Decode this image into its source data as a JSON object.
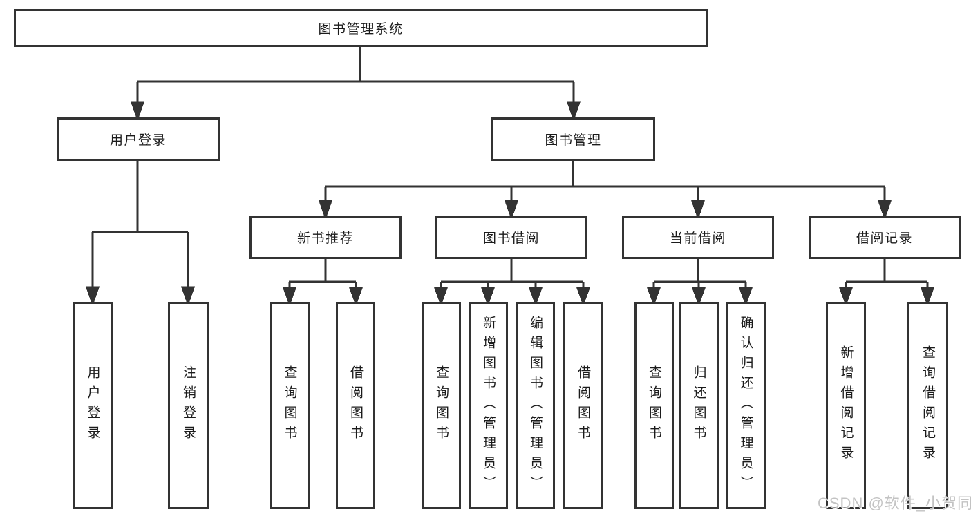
{
  "colors": {
    "line": "#333333",
    "box_border": "#333333",
    "text": "#1b1b1b",
    "watermark": "#c3c3c3",
    "background": "#ffffff"
  },
  "nodes": {
    "root": "图书管理系统",
    "user_login": "用户登录",
    "book_mgmt": "图书管理",
    "new_book_rec": "新书推荐",
    "book_borrow": "图书借阅",
    "current_borrow": "当前借阅",
    "borrow_records": "借阅记录",
    "leaf_user_login": "用户登录",
    "leaf_logout": "注销登录",
    "leaf_rec_query": "查询图书",
    "leaf_rec_borrow": "借阅图书",
    "leaf_bb_query": "查询图书",
    "leaf_bb_add": "新增图书（管理员）",
    "leaf_bb_edit": "编辑图书（管理员）",
    "leaf_bb_borrow": "借阅图书",
    "leaf_cb_query": "查询图书",
    "leaf_cb_return": "归还图书",
    "leaf_cb_confirm": "确认归还（管理员）",
    "leaf_br_add": "新增借阅记录",
    "leaf_br_query": "查询借阅记录"
  },
  "watermark": "CSDN @软件_小贺同学"
}
